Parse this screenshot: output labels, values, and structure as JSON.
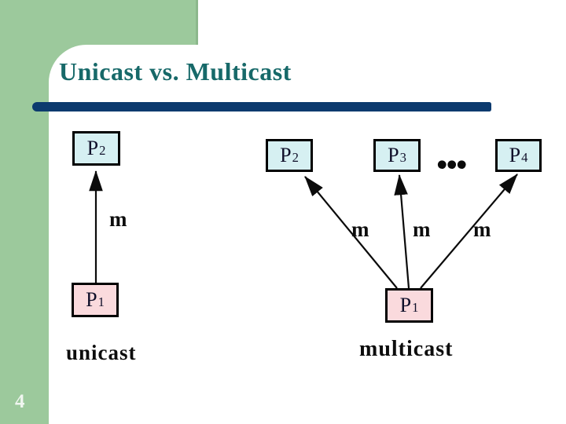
{
  "slide": {
    "title": "Unicast vs. Multicast",
    "page_number": "4"
  },
  "unicast": {
    "caption": "unicast",
    "message_label": "m",
    "receiver": {
      "base": "P",
      "sub": "2"
    },
    "sender": {
      "base": "P",
      "sub": "1"
    }
  },
  "multicast": {
    "caption": "multicast",
    "ellipsis": "...",
    "message_left": "m",
    "message_middle": "m",
    "message_right": "m",
    "receiver_left": {
      "base": "P",
      "sub": "2"
    },
    "receiver_middle": {
      "base": "P",
      "sub": "3"
    },
    "receiver_right": {
      "base": "P",
      "sub": "4"
    },
    "sender": {
      "base": "P",
      "sub": "1"
    }
  },
  "colors": {
    "accent_green": "#9cc99c",
    "title_teal": "#176969",
    "rule_navy": "#0c3a6e",
    "node_fill_cyan": "#d6f0f2",
    "node_fill_pink": "#fadadd",
    "node_border": "#000000",
    "arrow_black": "#0b0b0b"
  }
}
